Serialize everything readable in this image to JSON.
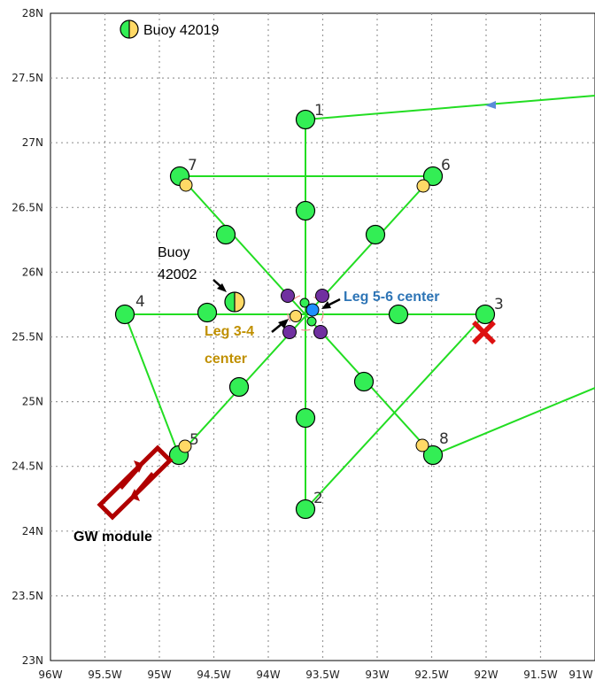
{
  "map": {
    "lon_ticks": [
      "96W",
      "95.5W",
      "95W",
      "94.5W",
      "94W",
      "93.5W",
      "93W",
      "92.5W",
      "92W",
      "91.5W",
      "91W"
    ],
    "lat_ticks": [
      "23N",
      "23.5N",
      "24N",
      "24.5N",
      "25N",
      "25.5N",
      "26N",
      "26.5N",
      "27N",
      "27.5N",
      "28N"
    ],
    "colors": {
      "track": "#22dd22",
      "waypoint": "#33ee55",
      "dropsonde": "#ffd966",
      "purple_marker": "#7030a0",
      "blue_marker": "#1e90ff",
      "red_x": "#dd1111",
      "gw_module": "#b00000",
      "arrow": "#5b8bd9",
      "grid": "#999999"
    },
    "waypoint_numbers": [
      "1",
      "2",
      "3",
      "4",
      "5",
      "6",
      "7",
      "8"
    ],
    "legend": {
      "buoy_label": "Buoy 42019"
    },
    "annotations": {
      "buoy_42002_line1": "Buoy",
      "buoy_42002_line2": "42002",
      "leg56_center": "Leg 5-6 center",
      "leg34_line1": "Leg 3-4",
      "leg34_line2": "center",
      "gw_module": "GW module"
    },
    "icons": [
      "buoy-icon",
      "red-x-icon",
      "arrow-icon",
      "gw-module-icon"
    ]
  }
}
